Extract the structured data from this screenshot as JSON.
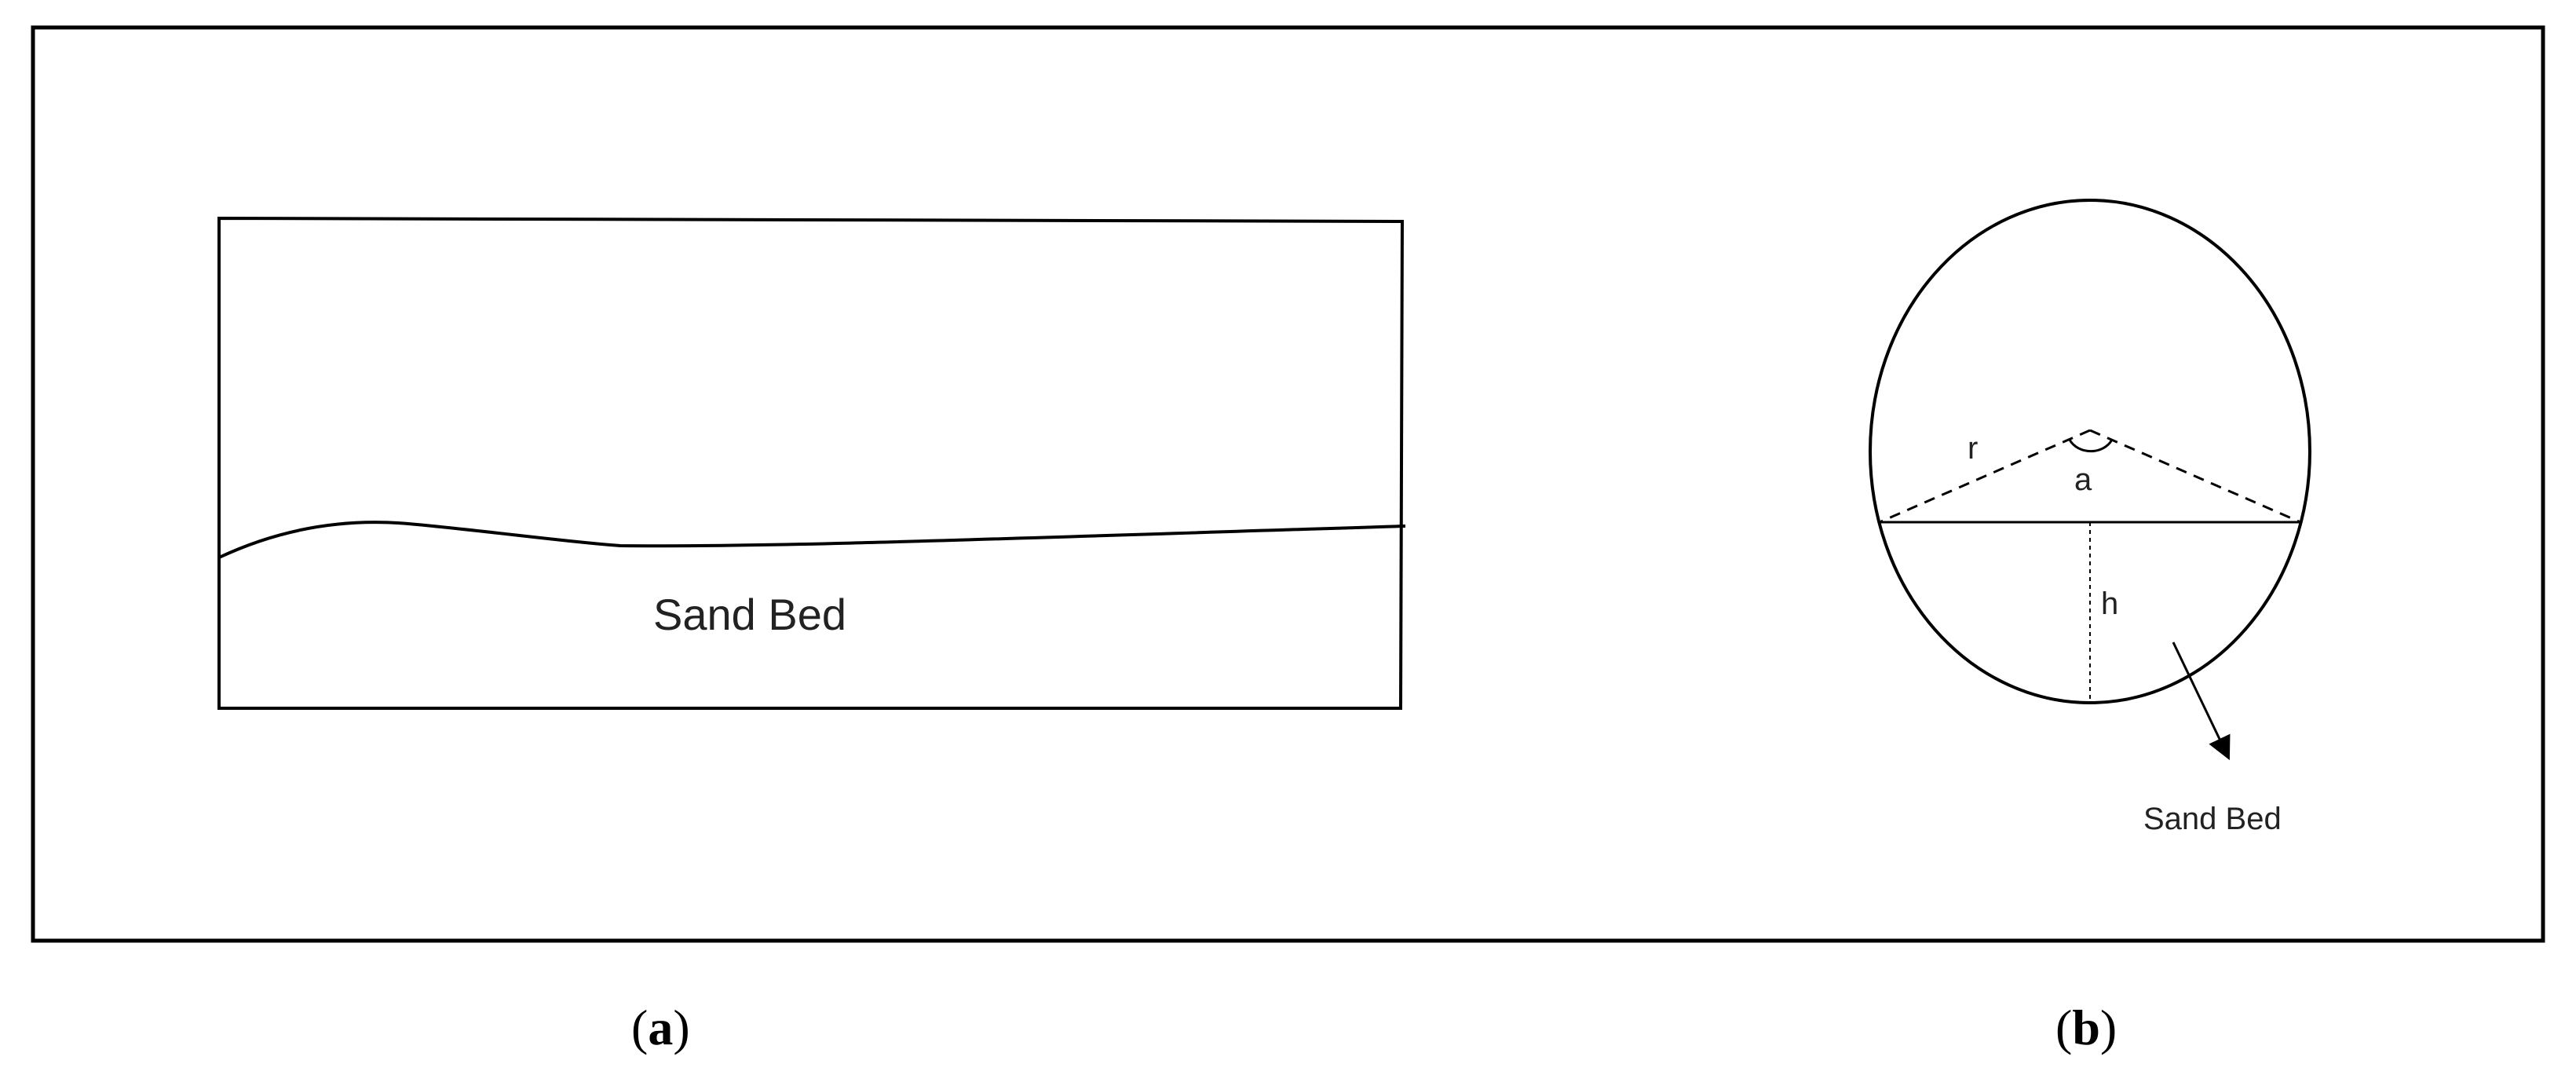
{
  "panel_a": {
    "sand_bed_label": "Sand Bed",
    "caption_open": "(",
    "caption_letter": "a",
    "caption_close": ")"
  },
  "panel_b": {
    "radius_label": "r",
    "angle_label": "a",
    "height_label": "h",
    "sand_bed_label": "Sand Bed",
    "caption_open": "(",
    "caption_letter": "b",
    "caption_close": ")"
  }
}
